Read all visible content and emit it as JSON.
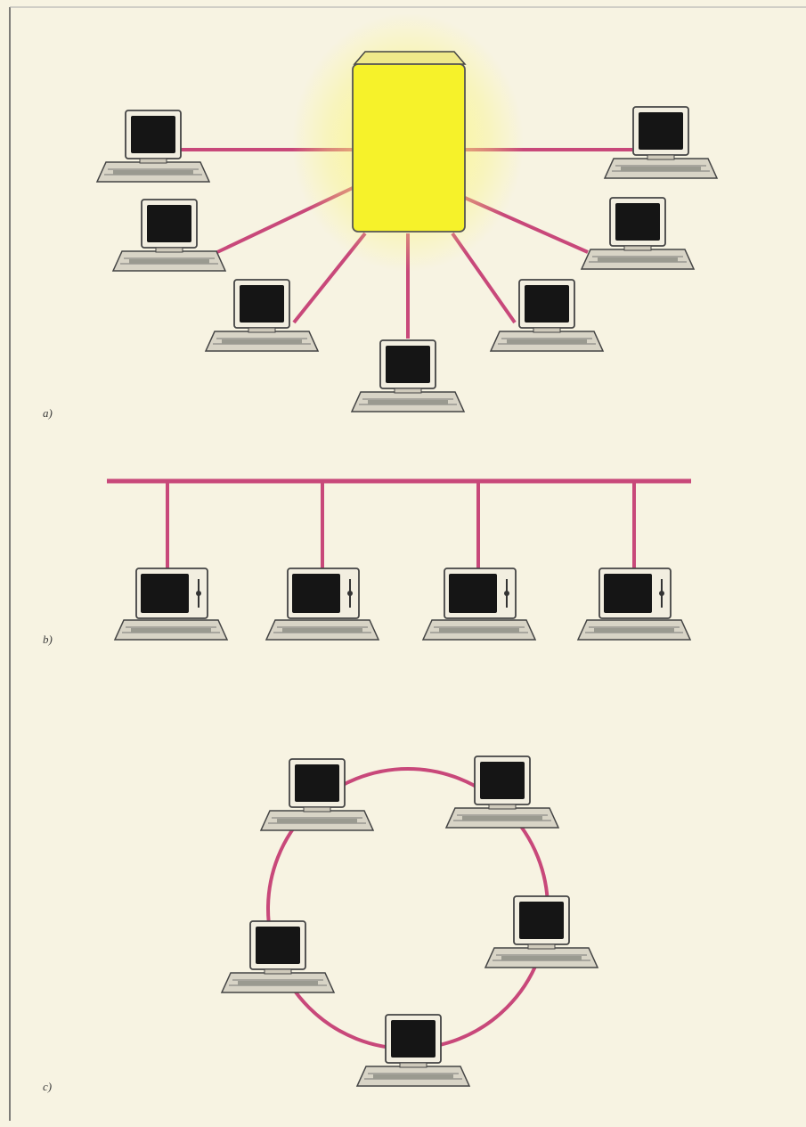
{
  "colors": {
    "background": "#f7f3e2",
    "link": "#c8487a",
    "server_fill": "#f6f22a",
    "server_glow": "#fbf77a",
    "monitor_frame": "#f2eee0",
    "screen": "#151515",
    "keyboard": "#9a9a90",
    "outline": "#444444"
  },
  "panels": [
    {
      "label": "a)",
      "topology": "star",
      "hub": "server",
      "node_count": 7
    },
    {
      "label": "b)",
      "topology": "bus",
      "node_count": 4
    },
    {
      "label": "c)",
      "topology": "ring",
      "node_count": 5
    }
  ],
  "icons": {
    "server": "server-icon",
    "workstation": "computer-icon"
  }
}
